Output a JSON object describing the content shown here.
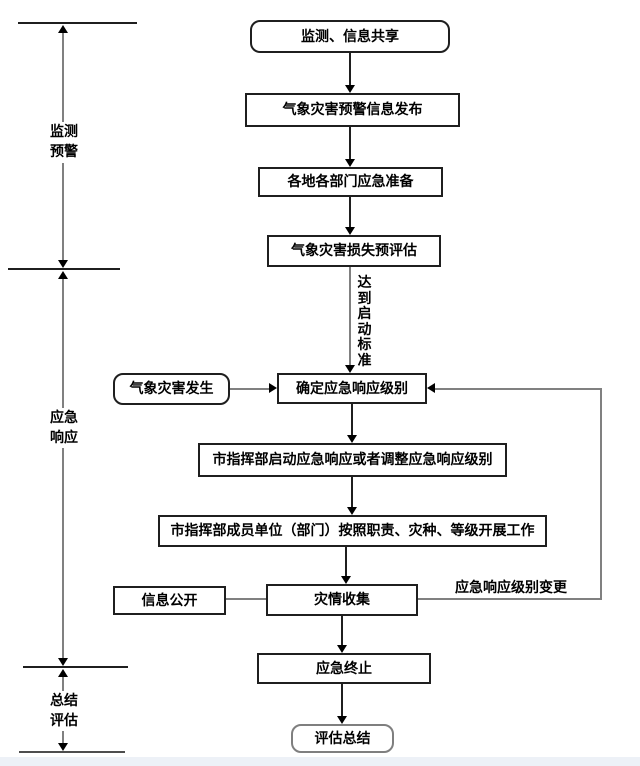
{
  "diagram": {
    "phases": [
      {
        "lines": [
          "监测",
          "预警"
        ]
      },
      {
        "lines": [
          "应急",
          "响应"
        ]
      },
      {
        "lines": [
          "总结",
          "评估"
        ]
      }
    ],
    "nodes": {
      "start": "监测、信息共享",
      "warning_release": "气象灾害预警信息发布",
      "preparation": "各地各部门应急准备",
      "pre_assessment": "气象灾害损失预评估",
      "disaster_occurs": "气象灾害发生",
      "determine_level": "确定应急响应级别",
      "start_response": "市指挥部启动应急响应或者调整应急响应级别",
      "members_work": "市指挥部成员单位（部门）按照职责、灾种、等级开展工作",
      "info_disclosure": "信息公开",
      "collect_disaster": "灾情收集",
      "terminate": "应急终止",
      "evaluate": "评估总结"
    },
    "edge_labels": {
      "reach_standard": "达到启动标准",
      "level_change": "应急响应级别变更"
    },
    "colors": {
      "line_black": "#1f1f1f",
      "line_gray": "#808080",
      "background": "#ffffff"
    }
  }
}
